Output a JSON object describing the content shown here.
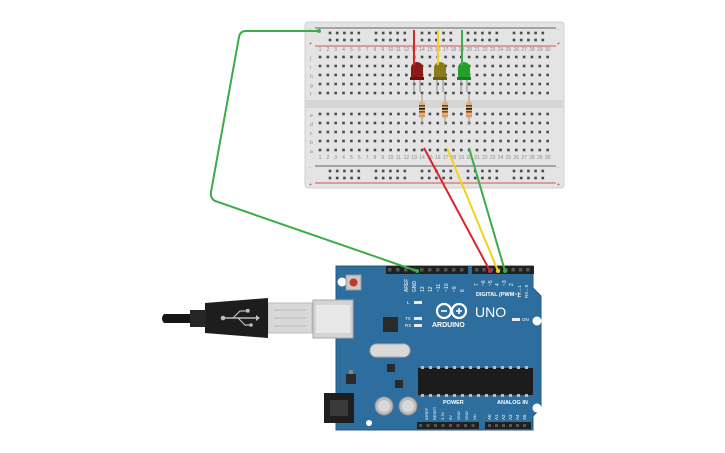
{
  "breadboard": {
    "row_labels_top": [
      "j",
      "i",
      "h",
      "g",
      "f"
    ],
    "row_labels_bottom": [
      "e",
      "d",
      "c",
      "b",
      "a"
    ],
    "rail_plus": "+",
    "rail_minus": "-",
    "column_numbers": [
      "1",
      "2",
      "3",
      "4",
      "5",
      "6",
      "7",
      "8",
      "9",
      "10",
      "11",
      "12",
      "13",
      "14",
      "15",
      "16",
      "17",
      "18",
      "19",
      "20",
      "21",
      "22",
      "23",
      "24",
      "25",
      "26",
      "27",
      "28",
      "29",
      "30"
    ]
  },
  "leds": [
    {
      "name": "red-led",
      "color": "#8b1a1a"
    },
    {
      "name": "yellow-led",
      "color": "#8a7a1c"
    },
    {
      "name": "green-led",
      "color": "#23a12d"
    }
  ],
  "wires": {
    "red": "#d8262c",
    "yellow": "#f2d21a",
    "green": "#3cab48"
  },
  "arduino": {
    "brand": "ARDUINO",
    "model": "UNO",
    "digital_label": "DIGITAL (PWM~)",
    "power_label": "POWER",
    "analog_label": "ANALOG IN",
    "on_label": "ON",
    "l_label": "L",
    "tx_label": "TX",
    "rx_label": "RX",
    "aref_label": "AREF",
    "gnd_label": "GND",
    "digital_pins": [
      "13",
      "12",
      "~11",
      "~10",
      "~9",
      "8",
      "7",
      "~6",
      "~5",
      "4",
      "~3",
      "2",
      "TX→1",
      "RX←0"
    ],
    "power_pins": [
      "IOREF",
      "RESET",
      "3.3V",
      "5V",
      "GND",
      "GND",
      "Vin"
    ],
    "analog_pins": [
      "A0",
      "A1",
      "A2",
      "A3",
      "A4",
      "A5"
    ],
    "board_color": "#2d6e9f"
  }
}
